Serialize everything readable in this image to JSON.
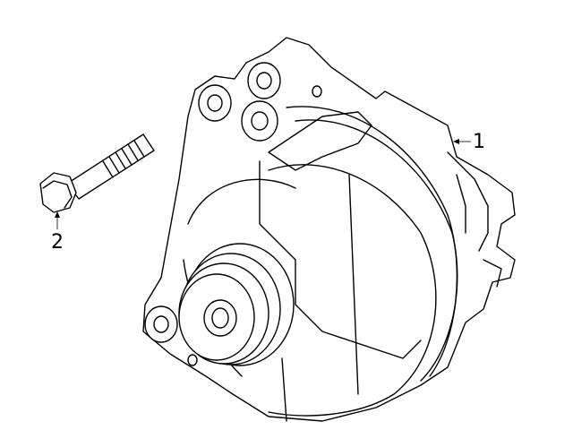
{
  "callouts": [
    {
      "number": "1",
      "part": "alternator"
    },
    {
      "number": "2",
      "part": "bolt"
    }
  ]
}
